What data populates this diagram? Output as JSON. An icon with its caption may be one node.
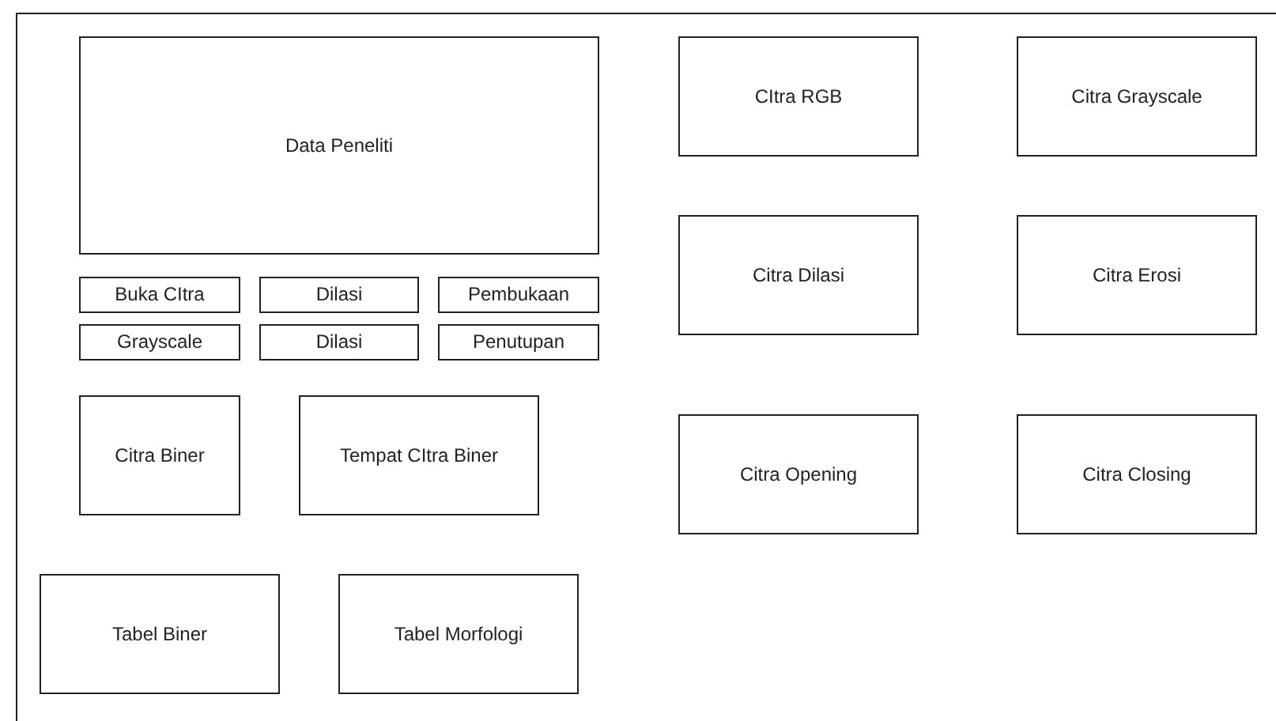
{
  "diagram": {
    "nodes": [
      {
        "text": [],
        "shape": "box"
      },
      {
        "text": [
          "Data Peneliti"
        ],
        "in": 0
      },
      {
        "text": [
          "Buka CItra"
        ],
        "in": 0
      },
      {
        "text": [
          "Dilasi"
        ],
        "in": 0
      },
      {
        "text": [
          "Pembukaan"
        ],
        "in": 0
      },
      {
        "text": [
          "Grayscale"
        ],
        "in": 0
      },
      {
        "text": [
          "Dilasi"
        ],
        "in": 0
      },
      {
        "text": [
          "Penutupan"
        ],
        "in": 0
      },
      {
        "text": [
          "Citra Biner"
        ],
        "in": 0
      },
      {
        "text": [
          "Tempat CItra Biner"
        ],
        "in": 0
      },
      {
        "text": [
          "Tabel Biner"
        ],
        "in": 0
      },
      {
        "text": [
          "Tabel Morfologi"
        ],
        "in": 0
      },
      {
        "text": [
          "CItra RGB"
        ],
        "in": 0
      },
      {
        "text": [
          "Citra Grayscale"
        ],
        "in": 0
      },
      {
        "text": [
          "Citra Dilasi"
        ],
        "in": 0
      },
      {
        "text": [
          "Citra Erosi"
        ],
        "in": 0
      },
      {
        "text": [
          "Citra Opening"
        ],
        "in": 0
      },
      {
        "text": [
          "Citra Closing"
        ],
        "in": 0
      }
    ]
  }
}
